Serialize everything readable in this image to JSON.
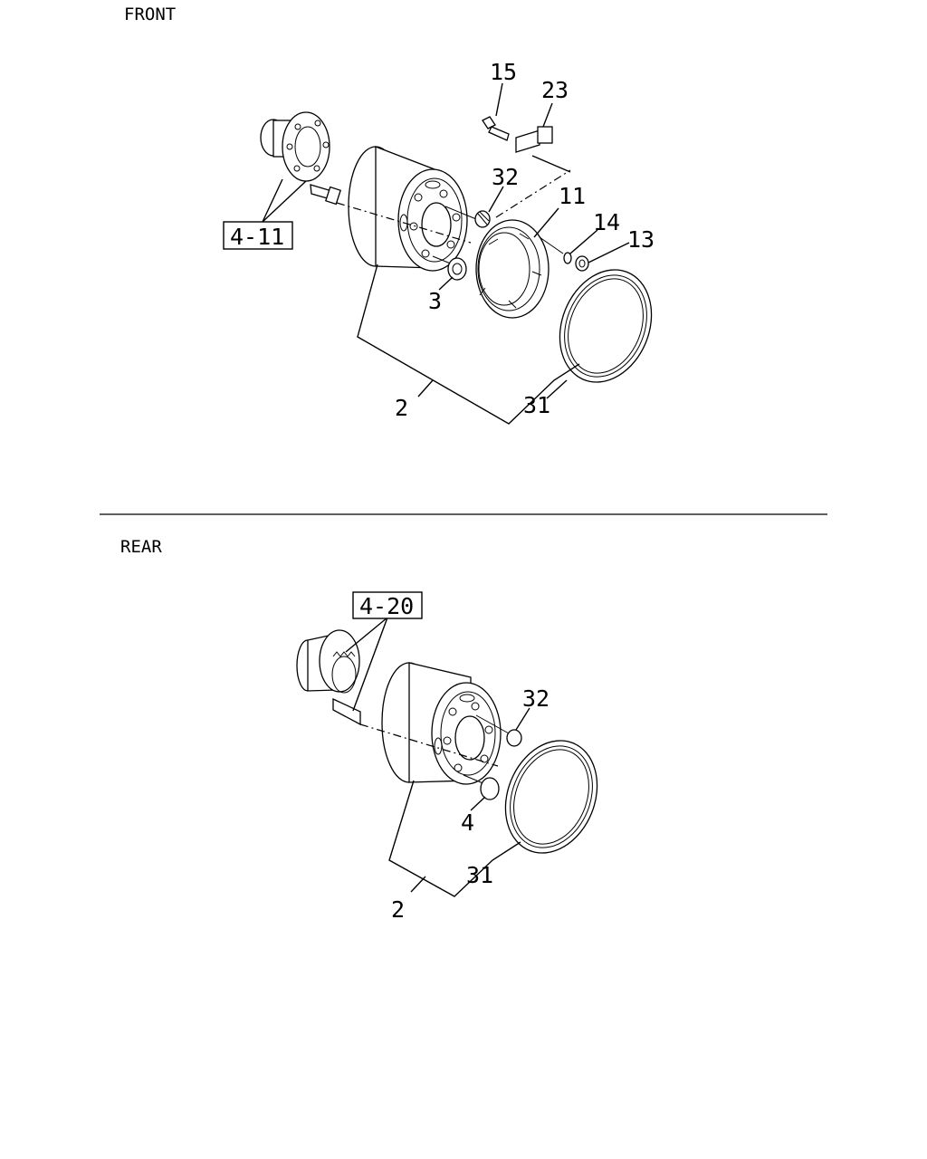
{
  "sections": {
    "front": {
      "title": "FRONT",
      "refs": {
        "hub": "4-11"
      },
      "callouts": {
        "c15": "15",
        "c23": "23",
        "c32": "32",
        "c11": "11",
        "c14": "14",
        "c13": "13",
        "c3": "3",
        "c2": "2",
        "c31": "31"
      }
    },
    "rear": {
      "title": "REAR",
      "refs": {
        "hub": "4-20"
      },
      "callouts": {
        "c32": "32",
        "c4": "4",
        "c31": "31",
        "c2": "2"
      }
    }
  }
}
